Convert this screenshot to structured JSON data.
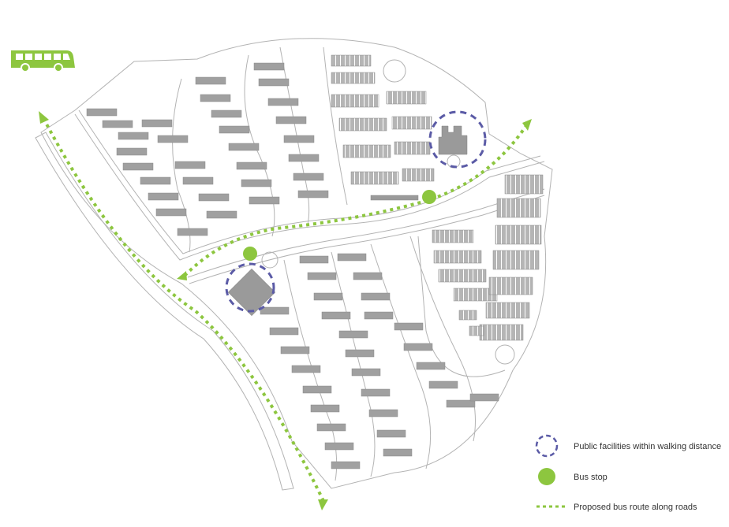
{
  "colors": {
    "green": "#8dc63f",
    "purple": "#5b5ba6",
    "outline": "#b3b3b3",
    "building": "#9a9a9a",
    "building_dark": "#8a8a8a"
  },
  "icons": {
    "bus": "bus-icon",
    "bus_stop": "bus-stop-marker",
    "facility": "facility-dashed-circle"
  },
  "legend": {
    "items": [
      {
        "symbol": "dashed-circle",
        "label": "Public facilities within walking distance"
      },
      {
        "symbol": "green-dot",
        "label": "Bus stop"
      },
      {
        "symbol": "dotted-line",
        "label": "Proposed bus route along roads"
      }
    ]
  }
}
